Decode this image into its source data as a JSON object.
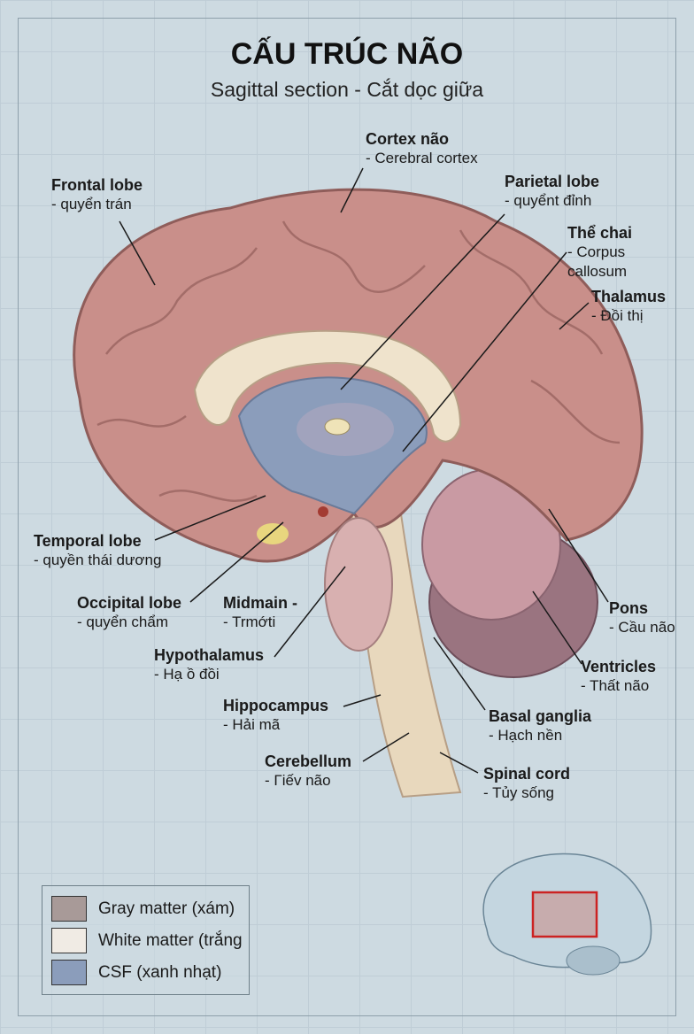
{
  "title": "CẤU TRÚC NÃO",
  "subtitle": "Sagittal section - Cắt dọc giữa",
  "labels": {
    "cortex": {
      "name": "Cortex não",
      "sub": "- Cerebral cortex"
    },
    "frontal": {
      "name": "Frontal lobe",
      "sub": "- quyển trán"
    },
    "parietal": {
      "name": "Parietal lobe",
      "sub": "- quyểnt đỉnh"
    },
    "the_chai": {
      "name": "Thể chai",
      "sub": "- Corpus callosum"
    },
    "thalamus": {
      "name": "Thalamus",
      "sub": "- Đồi thị"
    },
    "temporal": {
      "name": "Temporal lobe",
      "sub": "- quyền thái dương"
    },
    "occipital": {
      "name": "Occipital lobe",
      "sub": "- quyển chẩm"
    },
    "midmain": {
      "name": "Midmain -",
      "sub": "- Trmớti"
    },
    "hypothalamus": {
      "name": "Hypothalamus",
      "sub": "- Hạ ồ đồi"
    },
    "hippocampus": {
      "name": "Hippocampus",
      "sub": "- Hải mã"
    },
    "cerebellum": {
      "name": "Cerebellum",
      "sub": "- Γiếv não"
    },
    "pons": {
      "name": "Pons",
      "sub": "- Cầu não"
    },
    "ventricles": {
      "name": "Ventricles",
      "sub": "- Thất não"
    },
    "basal": {
      "name": "Basal ganglia",
      "sub": "- Hạch nền"
    },
    "spinal": {
      "name": "Spinal cord",
      "sub": "- Tủy sống"
    }
  },
  "legend": [
    {
      "label": "Gray matter (xám)",
      "color": "#a89a98"
    },
    {
      "label": "White matter (trắng",
      "color": "#f0ebe4"
    },
    {
      "label": "CSF (xanh nhạt)",
      "color": "#8b9dbb"
    }
  ]
}
